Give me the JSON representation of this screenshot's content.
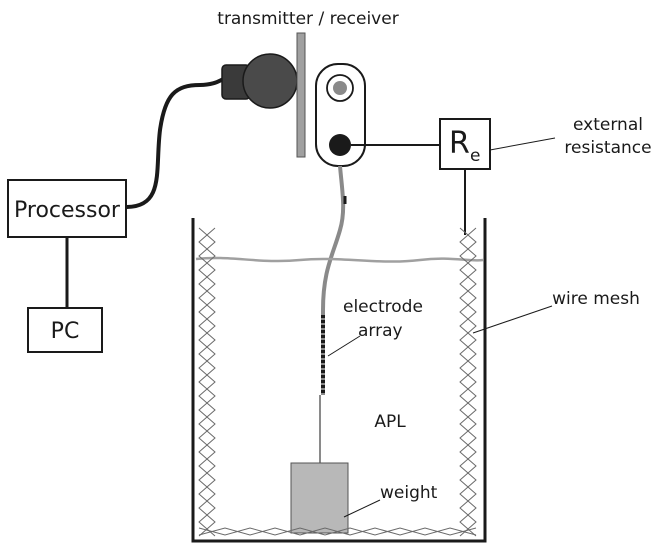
{
  "labels": {
    "transmitter_receiver": "transmitter / receiver",
    "processor": "Processor",
    "pc": "PC",
    "resistor_symbol": "R",
    "resistor_subscript": "e",
    "external_resistance_line1": "external",
    "external_resistance_line2": "resistance",
    "wire_mesh": "wire mesh",
    "electrode_array_line1": "electrode",
    "electrode_array_line2": "array",
    "apl": "APL",
    "weight": "weight"
  }
}
